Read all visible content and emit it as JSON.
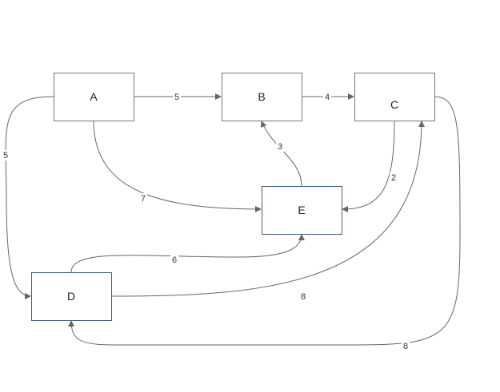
{
  "colors": {
    "edge": "#666666",
    "node_border_gray": "#777777",
    "node_border_blue": "#3f5f7f"
  },
  "nodes": {
    "A": {
      "label": "A",
      "border": "gray"
    },
    "B": {
      "label": "B",
      "border": "gray"
    },
    "C": {
      "label": "C",
      "border": "gray"
    },
    "D": {
      "label": "D",
      "border": "blue"
    },
    "E": {
      "label": "E",
      "border": "blue"
    }
  },
  "edges": [
    {
      "id": "a-b",
      "from": "A",
      "to": "B",
      "weight": "5"
    },
    {
      "id": "b-c",
      "from": "B",
      "to": "C",
      "weight": "4"
    },
    {
      "id": "e-b",
      "from": "E",
      "to": "B",
      "weight": "3"
    },
    {
      "id": "c-e",
      "from": "C",
      "to": "E",
      "weight": "2"
    },
    {
      "id": "a-e",
      "from": "A",
      "to": "E",
      "weight": "7"
    },
    {
      "id": "a-d",
      "from": "A",
      "to": "D",
      "weight": "5"
    },
    {
      "id": "d-e",
      "from": "D",
      "to": "E",
      "weight": "6"
    },
    {
      "id": "d-c",
      "from": "D",
      "to": "C",
      "weight": "8"
    },
    {
      "id": "c-d",
      "from": "C",
      "to": "D",
      "weight": "8"
    }
  ]
}
